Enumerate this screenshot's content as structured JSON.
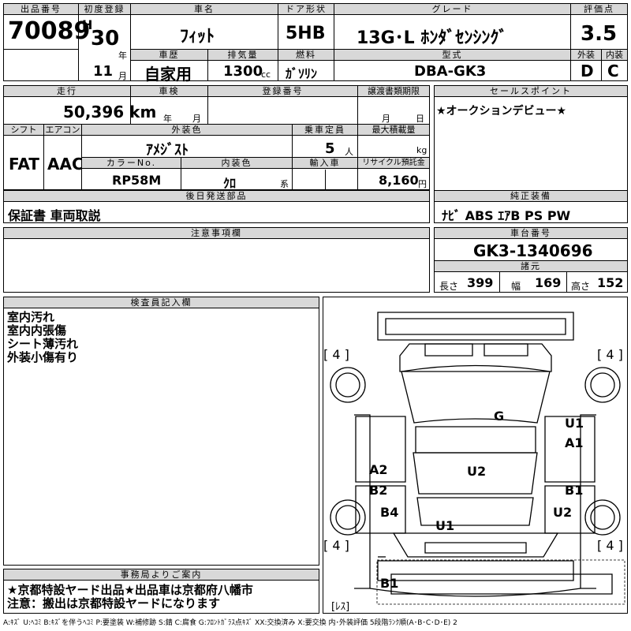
{
  "header": {
    "lot_label": "出品番号",
    "lot": "70089",
    "first_reg_label": "初度登録",
    "era": "H",
    "year": "30",
    "year_unit": "年",
    "month": "11",
    "month_unit": "月",
    "name_label": "車名",
    "name": "ﾌｨｯﾄ",
    "doors_label": "ドア形状",
    "doors": "5HB",
    "grade_label": "グレード",
    "grade": "13G･L ﾎﾝﾀﾞｾﾝｼﾝｸﾞ",
    "score_label": "評価点",
    "score": "3.5",
    "history_label": "車歴",
    "history": "自家用",
    "displacement_label": "排気量",
    "displacement": "1300",
    "displacement_unit": "cc",
    "fuel_label": "燃料",
    "fuel": "ｶﾞｿﾘﾝ",
    "model_label": "型式",
    "model": "DBA-GK3",
    "ext_label": "外装",
    "ext": "D",
    "int_label": "内装",
    "int": "C"
  },
  "row2": {
    "mileage_label": "走行",
    "mileage": "50,396 km",
    "inspection_label": "車検",
    "insp_year": "年",
    "insp_month": "月",
    "reg_label": "登録番号",
    "transfer_label": "譲渡書類期限",
    "tr_month": "月",
    "tr_day": "日",
    "shift_label": "シフト",
    "shift": "FAT",
    "ac_label": "エアコン",
    "ac": "AAC",
    "color_label": "外装色",
    "color": "ｱﾒｼﾞｽﾄ",
    "capacity_label": "乗車定員",
    "capacity": "5",
    "capacity_unit": "人",
    "load_label": "最大積載量",
    "load_unit": "kg",
    "color_no_label": "カラーNo.",
    "color_no": "RP58M",
    "int_color_label": "内装色",
    "int_color": "ｸﾛ",
    "int_color_unit": "系",
    "import_label": "輸入車",
    "recycle_label": "リサイクル預託金",
    "recycle": "8,160",
    "recycle_unit": "円"
  },
  "later_parts": {
    "label": "後日発送部品",
    "value": "保証書 車両取説"
  },
  "sales_point": {
    "label": "セールスポイント",
    "value": "★オークションデビュー★"
  },
  "equipment": {
    "label": "純正装備",
    "value": "ﾅﾋﾞ ABS ｴｱB PS PW"
  },
  "notes": {
    "label": "注意事項欄"
  },
  "chassis": {
    "label": "車台番号",
    "value": "GK3-1340696"
  },
  "dims": {
    "label": "諸元",
    "length_label": "長さ",
    "length": "399",
    "width_label": "幅",
    "width": "169",
    "height_label": "高さ",
    "height": "152"
  },
  "inspector": {
    "label": "検査員記入欄",
    "lines": "室内汚れ\n室内内張傷\nシート薄汚れ\n外装小傷有り"
  },
  "office": {
    "label": "事務局よりご案内",
    "lines": "★京都特設ヤード出品★出品車は京都府八幡市\n注意：搬出は京都特設ヤードになります"
  },
  "diagram": {
    "tire_tl": "[ 4 ]",
    "tire_tr": "[ 4 ]",
    "tire_bl": "[ 4 ]",
    "tire_br": "[ 4 ]",
    "spare": "[ﾚｽ]",
    "marks": [
      "G",
      "U1",
      "A1",
      "A2",
      "B2",
      "U2",
      "B1",
      "B4",
      "U2",
      "U1",
      "B1"
    ]
  },
  "legend": "A:ｷｽﾞ U:ﾍｺﾐ B:ｷｽﾞを伴うﾍｺﾐ P:要塗装 W:補修跡 S:錆 C:腐食 G:ﾌﾛﾝﾄｶﾞﾗｽ点ｷｽﾞ XX:交換済み X:要交換 内･外装評価 5段階ﾗﾝｸ順(A･B･C･D･E) 2"
}
